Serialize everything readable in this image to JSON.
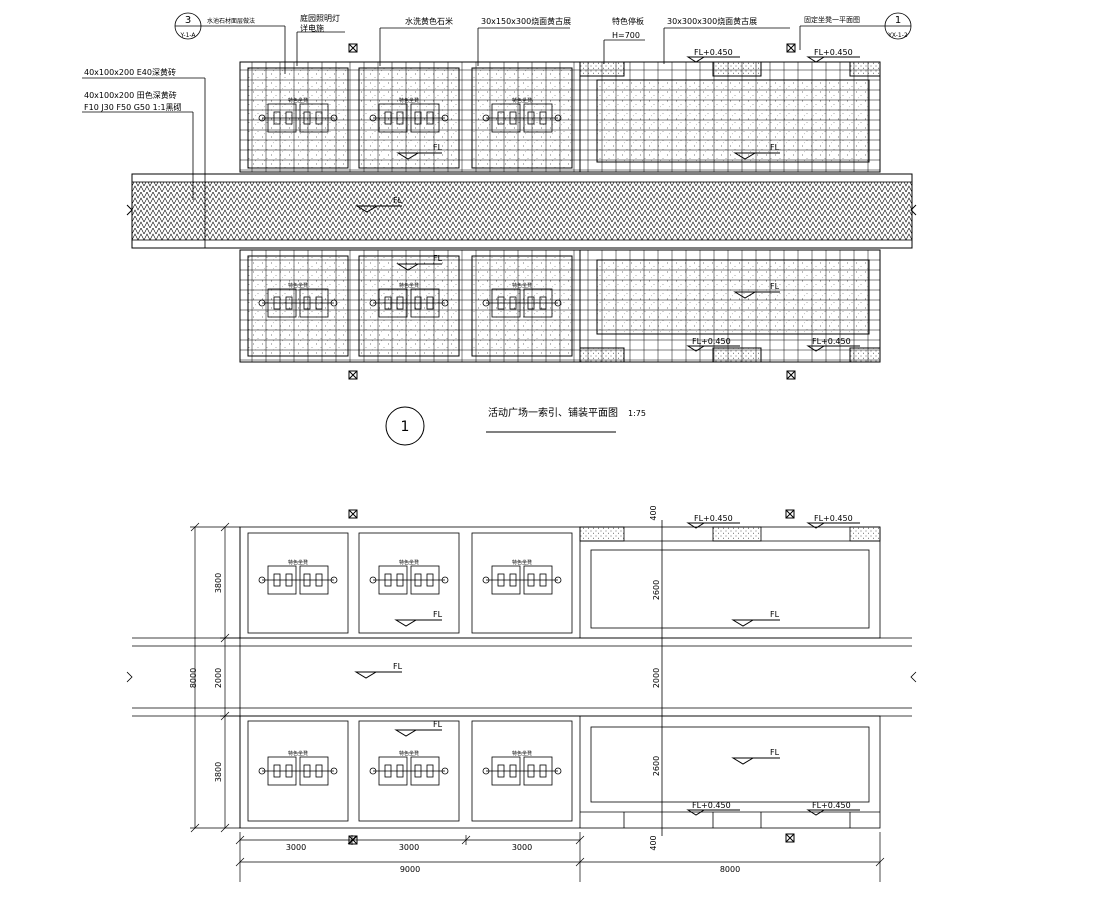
{
  "upper_plan": {
    "callouts": {
      "callout_1": "水池石材面层做法",
      "callout_2": "庭园照明灯",
      "callout_3": "详电施",
      "callout_4": "水洗黄色石米",
      "callout_5": "30x150x300烧面黄古展",
      "callout_6": "特色停板",
      "callout_7": "H=700",
      "callout_8": "30x300x300烧面黄古展",
      "callout_9": "固定坐凳一平面图",
      "left_1": "40x100x200 E40深黄砖",
      "left_2": "40x100x200 田色深黄砖",
      "left_3": "F10 J30 F50 G50 1:1黑砌"
    },
    "index_marks": {
      "left_top": "3",
      "left_bottom": "Y-1-A",
      "right_top": "1",
      "right_bottom": "YX-1-2"
    },
    "bench_label": "特色坐凳",
    "fl": "FL",
    "fl_level": "FL+0.450"
  },
  "title_block": {
    "number": "1",
    "title": "活动广场一索引、铺装平面图",
    "scale": "1:75"
  },
  "lower_plan": {
    "fl": "FL",
    "fl_level": "FL+0.450",
    "bench_label": "特色坐凳",
    "dims": {
      "overall_height": "8000",
      "module_height": "3800",
      "path_width": "2000",
      "pool_depth": "2600",
      "edge": "400",
      "cell_width": "3000",
      "left_total": "9000",
      "right_total": "8000"
    }
  }
}
